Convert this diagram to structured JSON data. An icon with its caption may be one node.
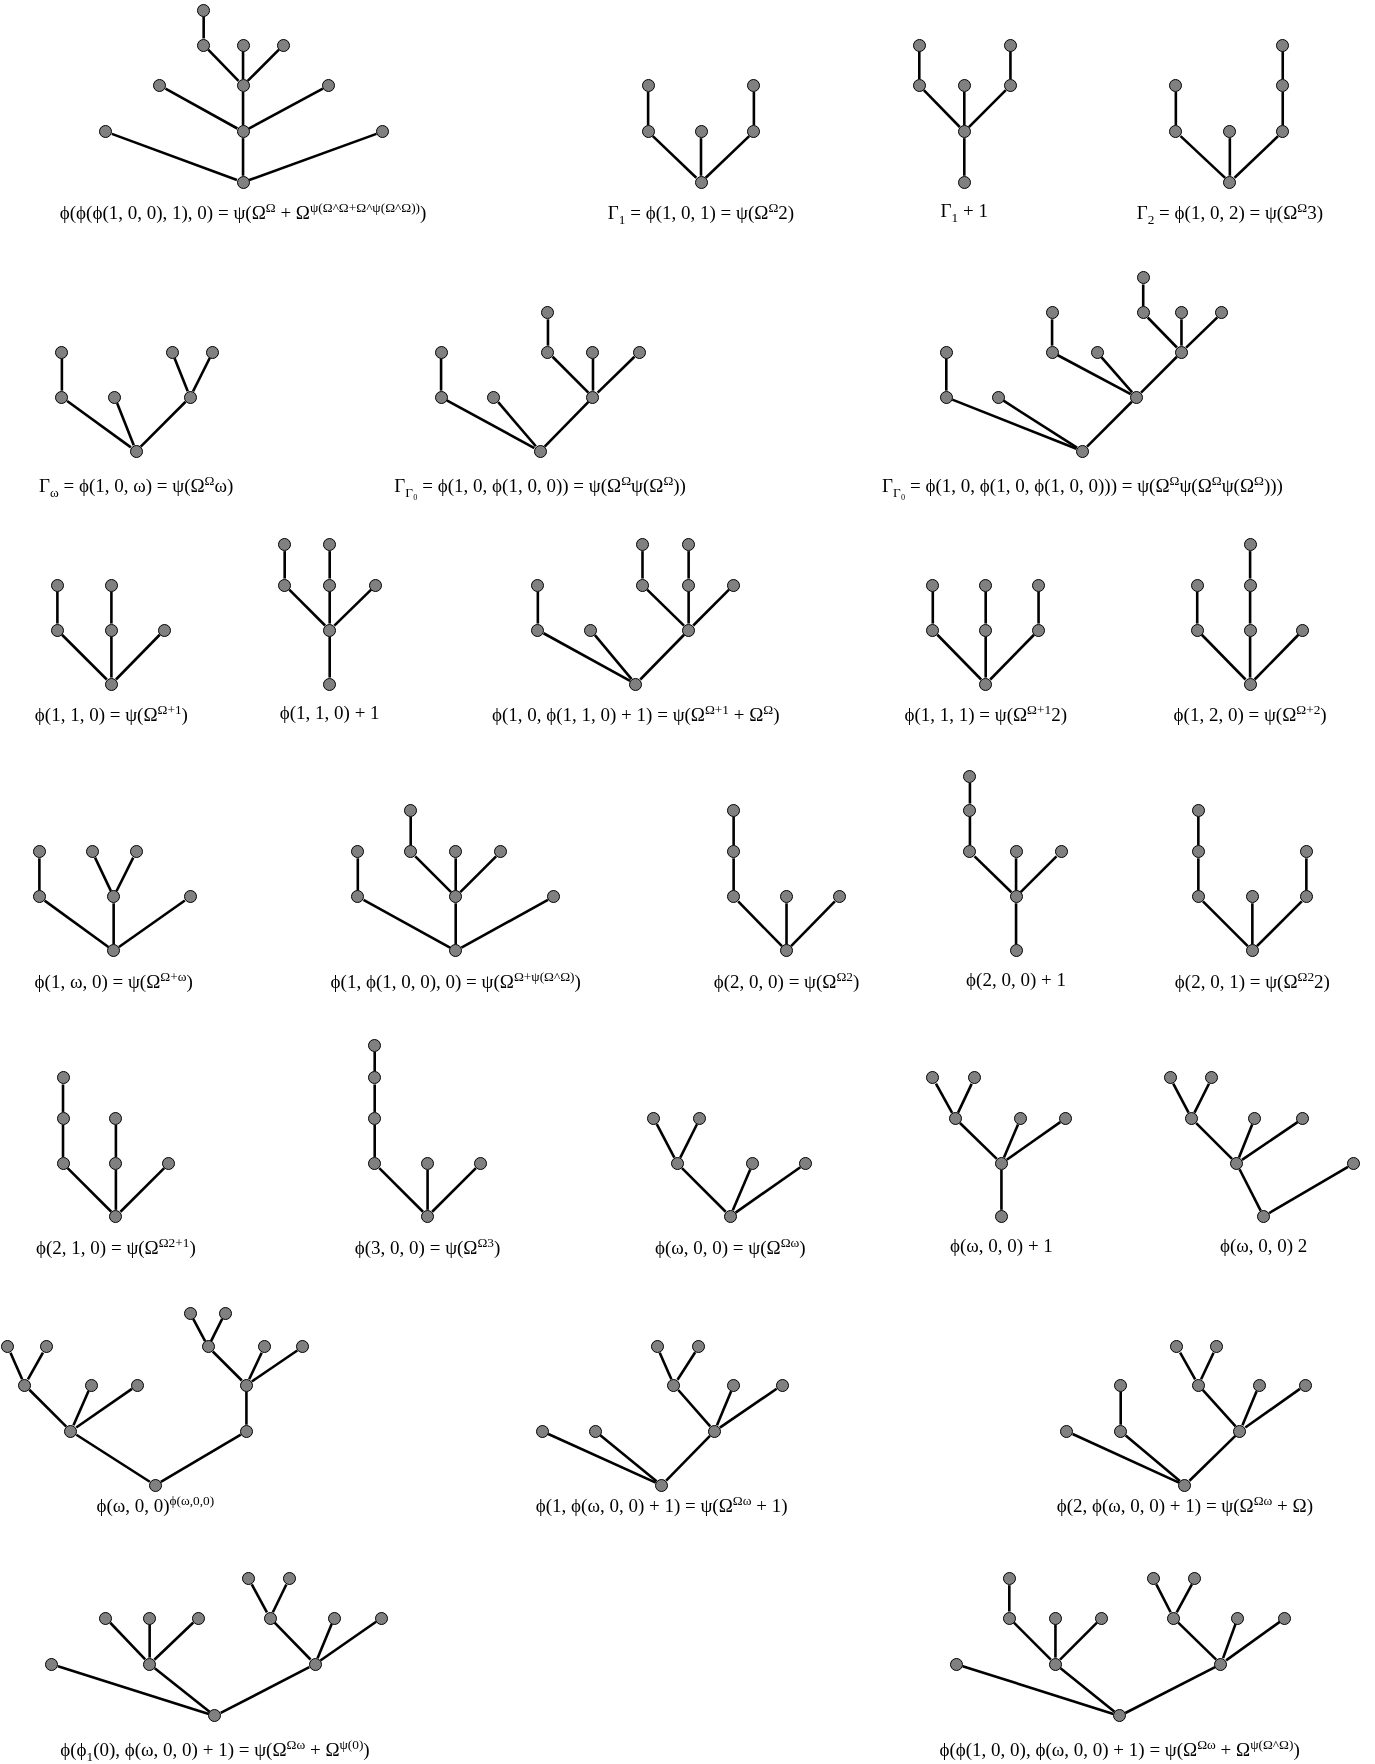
{
  "diagram": {
    "nodes": [
      {
        "text": [],
        "shape": "circle"
      },
      {
        "text": [],
        "shape": "circle"
      },
      {
        "text": [],
        "shape": "circle"
      },
      {
        "text": [],
        "shape": "circle"
      },
      {
        "text": [],
        "shape": "circle"
      },
      {
        "text": [],
        "shape": "circle"
      },
      {
        "text": [],
        "shape": "circle"
      },
      {
        "text": [],
        "shape": "circle"
      },
      {
        "text": [],
        "shape": "circle"
      },
      {
        "text": [],
        "shape": "circle"
      },
      {
        "text": [],
        "shape": "circle"
      },
      {
        "text": [],
        "shape": "circle"
      },
      {
        "text": [],
        "shape": "circle"
      },
      {
        "text": [],
        "shape": "circle"
      },
      {
        "text": [],
        "shape": "circle"
      },
      {
        "text": [],
        "shape": "circle"
      },
      {
        "text": [],
        "shape": "circle"
      },
      {
        "text": [],
        "shape": "circle"
      },
      {
        "text": [],
        "shape": "circle"
      },
      {
        "text": [],
        "shape": "circle"
      },
      {
        "text": [],
        "shape": "circle"
      },
      {
        "text": [],
        "shape": "circle"
      },
      {
        "text": [],
        "shape": "circle"
      },
      {
        "text": [],
        "shape": "circle"
      },
      {
        "text": [],
        "shape": "circle"
      },
      {
        "text": [],
        "shape": "circle"
      },
      {
        "text": [],
        "shape": "circle"
      },
      {
        "text": [],
        "shape": "circle"
      },
      {
        "text": [],
        "shape": "circle"
      },
      {
        "text": [],
        "shape": "circle"
      },
      {
        "text": [],
        "shape": "circle"
      },
      {
        "text": [],
        "shape": "circle"
      },
      {
        "text": [],
        "shape": "circle"
      },
      {
        "text": [],
        "shape": "circle"
      },
      {
        "text": [],
        "shape": "circle"
      },
      {
        "text": [],
        "shape": "circle"
      },
      {
        "text": [],
        "shape": "circle"
      },
      {
        "text": [],
        "shape": "circle"
      },
      {
        "text": [],
        "shape": "circle"
      },
      {
        "text": [],
        "shape": "circle"
      },
      {
        "text": [],
        "shape": "circle"
      },
      {
        "text": [],
        "shape": "circle"
      },
      {
        "text": [],
        "shape": "circle"
      },
      {
        "text": [],
        "shape": "circle"
      },
      {
        "text": [],
        "shape": "circle"
      },
      {
        "text": [],
        "shape": "circle"
      },
      {
        "text": [],
        "shape": "circle"
      },
      {
        "text": [],
        "shape": "circle"
      },
      {
        "text": [],
        "shape": "circle"
      },
      {
        "text": [],
        "shape": "circle"
      },
      {
        "text": [],
        "shape": "circle"
      },
      {
        "text": [],
        "shape": "circle"
      },
      {
        "text": [],
        "shape": "circle"
      },
      {
        "text": [],
        "shape": "circle"
      },
      {
        "text": [],
        "shape": "circle"
      },
      {
        "text": [],
        "shape": "circle"
      },
      {
        "text": [],
        "shape": "circle"
      },
      {
        "text": [],
        "shape": "circle"
      },
      {
        "text": [],
        "shape": "circle"
      },
      {
        "text": [],
        "shape": "circle"
      },
      {
        "text": [],
        "shape": "circle"
      },
      {
        "text": [],
        "shape": "circle"
      },
      {
        "text": [],
        "shape": "circle"
      },
      {
        "text": [],
        "shape": "circle"
      },
      {
        "text": [],
        "shape": "circle"
      },
      {
        "text": [],
        "shape": "circle"
      },
      {
        "text": [],
        "shape": "circle"
      },
      {
        "text": [],
        "shape": "circle"
      },
      {
        "text": [],
        "shape": "circle"
      },
      {
        "text": [],
        "shape": "circle"
      },
      {
        "text": [],
        "shape": "circle"
      },
      {
        "text": [],
        "shape": "circle"
      },
      {
        "text": [],
        "shape": "circle"
      },
      {
        "text": [],
        "shape": "circle"
      },
      {
        "text": [],
        "shape": "circle"
      },
      {
        "text": [],
        "shape": "circle"
      },
      {
        "text": [],
        "shape": "circle"
      },
      {
        "text": [],
        "shape": "circle"
      },
      {
        "text": [],
        "shape": "circle"
      },
      {
        "text": [],
        "shape": "circle"
      },
      {
        "text": [],
        "shape": "circle"
      },
      {
        "text": [],
        "shape": "circle"
      },
      {
        "text": [],
        "shape": "circle"
      },
      {
        "text": [],
        "shape": "circle"
      },
      {
        "text": [],
        "shape": "circle"
      },
      {
        "text": [],
        "shape": "circle"
      },
      {
        "text": [],
        "shape": "circle"
      },
      {
        "text": [],
        "shape": "circle"
      },
      {
        "text": [],
        "shape": "circle"
      },
      {
        "text": [],
        "shape": "circle"
      },
      {
        "text": [],
        "shape": "circle"
      },
      {
        "text": [],
        "shape": "circle"
      },
      {
        "text": [],
        "shape": "circle"
      },
      {
        "text": [],
        "shape": "circle"
      },
      {
        "text": [],
        "shape": "circle"
      },
      {
        "text": [],
        "shape": "circle"
      },
      {
        "text": [],
        "shape": "circle"
      },
      {
        "text": [],
        "shape": "circle"
      },
      {
        "text": [],
        "shape": "circle"
      },
      {
        "text": [],
        "shape": "circle"
      },
      {
        "text": [],
        "shape": "circle"
      },
      {
        "text": [],
        "shape": "circle"
      },
      {
        "text": [],
        "shape": "circle"
      },
      {
        "text": [],
        "shape": "circle"
      },
      {
        "text": [],
        "shape": "circle"
      },
      {
        "text": [],
        "shape": "circle"
      },
      {
        "text": [],
        "shape": "circle"
      },
      {
        "text": [],
        "shape": "circle"
      },
      {
        "text": [],
        "shape": "circle"
      },
      {
        "text": [],
        "shape": "circle"
      },
      {
        "text": [],
        "shape": "circle"
      },
      {
        "text": [],
        "shape": "circle"
      },
      {
        "text": [],
        "shape": "circle"
      },
      {
        "text": [],
        "shape": "circle"
      },
      {
        "text": [],
        "shape": "circle"
      },
      {
        "text": [],
        "shape": "circle"
      },
      {
        "text": [],
        "shape": "circle"
      },
      {
        "text": [],
        "shape": "circle"
      },
      {
        "text": [],
        "shape": "circle"
      },
      {
        "text": [],
        "shape": "circle"
      },
      {
        "text": [],
        "shape": "circle"
      },
      {
        "text": [],
        "shape": "circle"
      },
      {
        "text": [],
        "shape": "circle"
      },
      {
        "text": [],
        "shape": "circle"
      },
      {
        "text": [],
        "shape": "circle"
      },
      {
        "text": [],
        "shape": "circle"
      },
      {
        "text": [],
        "shape": "circle"
      },
      {
        "text": [],
        "shape": "circle"
      },
      {
        "text": [],
        "shape": "circle"
      },
      {
        "text": [],
        "shape": "circle"
      },
      {
        "text": [],
        "shape": "circle"
      },
      {
        "text": [],
        "shape": "circle"
      },
      {
        "text": [],
        "shape": "circle"
      },
      {
        "text": [],
        "shape": "circle"
      },
      {
        "text": [],
        "shape": "circle"
      },
      {
        "text": [],
        "shape": "circle"
      },
      {
        "text": [],
        "shape": "circle"
      },
      {
        "text": [],
        "shape": "circle"
      },
      {
        "text": [],
        "shape": "circle"
      },
      {
        "text": [],
        "shape": "circle"
      },
      {
        "text": [],
        "shape": "circle"
      },
      {
        "text": [],
        "shape": "circle"
      },
      {
        "text": [],
        "shape": "circle"
      },
      {
        "text": [],
        "shape": "circle"
      },
      {
        "text": [],
        "shape": "circle"
      },
      {
        "text": [],
        "shape": "circle"
      },
      {
        "text": [],
        "shape": "circle"
      },
      {
        "text": [],
        "shape": "circle"
      },
      {
        "text": [],
        "shape": "circle"
      },
      {
        "text": [],
        "shape": "circle"
      },
      {
        "text": [],
        "shape": "circle"
      },
      {
        "text": [],
        "shape": "circle"
      },
      {
        "text": [],
        "shape": "circle"
      },
      {
        "text": [],
        "shape": "circle"
      },
      {
        "text": [],
        "shape": "circle"
      },
      {
        "text": [],
        "shape": "circle"
      },
      {
        "text": [],
        "shape": "circle"
      },
      {
        "text": [],
        "shape": "circle"
      },
      {
        "text": [],
        "shape": "circle"
      },
      {
        "text": [],
        "shape": "circle"
      },
      {
        "text": [],
        "shape": "circle"
      },
      {
        "text": [],
        "shape": "circle"
      },
      {
        "text": [],
        "shape": "circle"
      },
      {
        "text": [],
        "shape": "circle"
      },
      {
        "text": [],
        "shape": "circle"
      },
      {
        "text": [],
        "shape": "circle"
      },
      {
        "text": [],
        "shape": "circle"
      },
      {
        "text": [],
        "shape": "circle"
      },
      {
        "text": [],
        "shape": "circle"
      },
      {
        "text": [],
        "shape": "circle"
      },
      {
        "text": [],
        "shape": "circle"
      },
      {
        "text": [],
        "shape": "circle"
      },
      {
        "text": [],
        "shape": "circle"
      },
      {
        "text": [],
        "shape": "circle"
      },
      {
        "text": [],
        "shape": "circle"
      },
      {
        "text": [],
        "shape": "circle"
      },
      {
        "text": [],
        "shape": "circle"
      },
      {
        "text": [],
        "shape": "circle"
      },
      {
        "text": [],
        "shape": "circle"
      },
      {
        "text": [],
        "shape": "circle"
      },
      {
        "text": [],
        "shape": "circle"
      },
      {
        "text": [],
        "shape": "circle"
      },
      {
        "text": [],
        "shape": "circle"
      },
      {
        "text": [],
        "shape": "circle"
      },
      {
        "text": [],
        "shape": "circle"
      },
      {
        "text": [],
        "shape": "circle"
      },
      {
        "text": [],
        "shape": "circle"
      },
      {
        "text": [],
        "shape": "circle"
      },
      {
        "text": [],
        "shape": "circle"
      },
      {
        "text": [],
        "shape": "circle"
      },
      {
        "text": [],
        "shape": "circle"
      },
      {
        "text": [],
        "shape": "circle"
      },
      {
        "text": [],
        "shape": "circle"
      },
      {
        "text": [],
        "shape": "circle"
      },
      {
        "text": [],
        "shape": "circle"
      },
      {
        "text": [],
        "shape": "circle"
      },
      {
        "text": [],
        "shape": "circle"
      },
      {
        "text": [],
        "shape": "circle"
      },
      {
        "text": [],
        "shape": "circle"
      },
      {
        "text": [],
        "shape": "circle"
      },
      {
        "text": [],
        "shape": "circle"
      },
      {
        "text": [],
        "shape": "circle"
      },
      {
        "text": [],
        "shape": "circle"
      },
      {
        "text": [],
        "shape": "circle"
      },
      {
        "text": [],
        "shape": "circle"
      },
      {
        "text": [],
        "shape": "circle"
      },
      {
        "text": [],
        "shape": "circle"
      },
      {
        "text": [],
        "shape": "circle"
      },
      {
        "text": [],
        "shape": "circle"
      },
      {
        "text": [],
        "shape": "circle"
      },
      {
        "text": [],
        "shape": "circle"
      },
      {
        "text": [],
        "shape": "circle"
      },
      {
        "text": [],
        "shape": "circle"
      },
      {
        "text": [],
        "shape": "circle"
      },
      {
        "text": [],
        "shape": "circle"
      },
      {
        "text": [],
        "shape": "circle"
      },
      {
        "text": [],
        "shape": "circle"
      },
      {
        "text": [],
        "shape": "circle"
      },
      {
        "text": [],
        "shape": "circle"
      },
      {
        "text": [],
        "shape": "circle"
      },
      {
        "text": [],
        "shape": "circle"
      },
      {
        "text": [],
        "shape": "circle"
      },
      {
        "text": [],
        "shape": "circle"
      },
      {
        "text": [],
        "shape": "circle"
      },
      {
        "text": [],
        "shape": "circle"
      },
      {
        "text": [],
        "shape": "circle"
      }
    ],
    "edges": [
      {
        "from": 0,
        "to": 1,
        "arrow": "none"
      },
      {
        "from": 0,
        "to": 2,
        "arrow": "none"
      },
      {
        "from": 0,
        "to": 3,
        "arrow": "none"
      },
      {
        "from": 2,
        "to": 4,
        "arrow": "none"
      },
      {
        "from": 2,
        "to": 5,
        "arrow": "none"
      },
      {
        "from": 2,
        "to": 6,
        "arrow": "none"
      },
      {
        "from": 5,
        "to": 7,
        "arrow": "none"
      },
      {
        "from": 5,
        "to": 8,
        "arrow": "none"
      },
      {
        "from": 5,
        "to": 9,
        "arrow": "none"
      },
      {
        "from": 7,
        "to": 10,
        "arrow": "none"
      },
      {
        "from": 11,
        "to": 12,
        "arrow": "none"
      },
      {
        "from": 11,
        "to": 13,
        "arrow": "none"
      },
      {
        "from": 11,
        "to": 14,
        "arrow": "none"
      },
      {
        "from": 12,
        "to": 15,
        "arrow": "none"
      },
      {
        "from": 14,
        "to": 16,
        "arrow": "none"
      },
      {
        "from": 17,
        "to": 18,
        "arrow": "none"
      },
      {
        "from": 18,
        "to": 19,
        "arrow": "none"
      },
      {
        "from": 18,
        "to": 20,
        "arrow": "none"
      },
      {
        "from": 18,
        "to": 21,
        "arrow": "none"
      },
      {
        "from": 19,
        "to": 22,
        "arrow": "none"
      },
      {
        "from": 21,
        "to": 23,
        "arrow": "none"
      },
      {
        "from": 24,
        "to": 25,
        "arrow": "none"
      },
      {
        "from": 24,
        "to": 26,
        "arrow": "none"
      },
      {
        "from": 24,
        "to": 27,
        "arrow": "none"
      },
      {
        "from": 25,
        "to": 28,
        "arrow": "none"
      },
      {
        "from": 27,
        "to": 29,
        "arrow": "none"
      },
      {
        "from": 29,
        "to": 30,
        "arrow": "none"
      },
      {
        "from": 31,
        "to": 32,
        "arrow": "none"
      },
      {
        "from": 31,
        "to": 33,
        "arrow": "none"
      },
      {
        "from": 31,
        "to": 34,
        "arrow": "none"
      },
      {
        "from": 32,
        "to": 35,
        "arrow": "none"
      },
      {
        "from": 34,
        "to": 36,
        "arrow": "none"
      },
      {
        "from": 34,
        "to": 37,
        "arrow": "none"
      },
      {
        "from": 38,
        "to": 39,
        "arrow": "none"
      },
      {
        "from": 38,
        "to": 40,
        "arrow": "none"
      },
      {
        "from": 38,
        "to": 41,
        "arrow": "none"
      },
      {
        "from": 39,
        "to": 42,
        "arrow": "none"
      },
      {
        "from": 41,
        "to": 43,
        "arrow": "none"
      },
      {
        "from": 41,
        "to": 44,
        "arrow": "none"
      },
      {
        "from": 41,
        "to": 45,
        "arrow": "none"
      },
      {
        "from": 43,
        "to": 46,
        "arrow": "none"
      },
      {
        "from": 47,
        "to": 48,
        "arrow": "none"
      },
      {
        "from": 47,
        "to": 49,
        "arrow": "none"
      },
      {
        "from": 47,
        "to": 50,
        "arrow": "none"
      },
      {
        "from": 48,
        "to": 51,
        "arrow": "none"
      },
      {
        "from": 50,
        "to": 52,
        "arrow": "none"
      },
      {
        "from": 50,
        "to": 53,
        "arrow": "none"
      },
      {
        "from": 50,
        "to": 54,
        "arrow": "none"
      },
      {
        "from": 52,
        "to": 55,
        "arrow": "none"
      },
      {
        "from": 54,
        "to": 56,
        "arrow": "none"
      },
      {
        "from": 54,
        "to": 57,
        "arrow": "none"
      },
      {
        "from": 54,
        "to": 58,
        "arrow": "none"
      },
      {
        "from": 56,
        "to": 59,
        "arrow": "none"
      },
      {
        "from": 60,
        "to": 61,
        "arrow": "none"
      },
      {
        "from": 60,
        "to": 62,
        "arrow": "none"
      },
      {
        "from": 60,
        "to": 63,
        "arrow": "none"
      },
      {
        "from": 61,
        "to": 64,
        "arrow": "none"
      },
      {
        "from": 62,
        "to": 65,
        "arrow": "none"
      },
      {
        "from": 66,
        "to": 67,
        "arrow": "none"
      },
      {
        "from": 67,
        "to": 68,
        "arrow": "none"
      },
      {
        "from": 67,
        "to": 69,
        "arrow": "none"
      },
      {
        "from": 67,
        "to": 70,
        "arrow": "none"
      },
      {
        "from": 68,
        "to": 71,
        "arrow": "none"
      },
      {
        "from": 69,
        "to": 72,
        "arrow": "none"
      },
      {
        "from": 73,
        "to": 74,
        "arrow": "none"
      },
      {
        "from": 73,
        "to": 75,
        "arrow": "none"
      },
      {
        "from": 73,
        "to": 76,
        "arrow": "none"
      },
      {
        "from": 74,
        "to": 77,
        "arrow": "none"
      },
      {
        "from": 76,
        "to": 78,
        "arrow": "none"
      },
      {
        "from": 76,
        "to": 79,
        "arrow": "none"
      },
      {
        "from": 76,
        "to": 80,
        "arrow": "none"
      },
      {
        "from": 78,
        "to": 81,
        "arrow": "none"
      },
      {
        "from": 79,
        "to": 82,
        "arrow": "none"
      },
      {
        "from": 83,
        "to": 84,
        "arrow": "none"
      },
      {
        "from": 83,
        "to": 85,
        "arrow": "none"
      },
      {
        "from": 83,
        "to": 86,
        "arrow": "none"
      },
      {
        "from": 84,
        "to": 87,
        "arrow": "none"
      },
      {
        "from": 85,
        "to": 88,
        "arrow": "none"
      },
      {
        "from": 86,
        "to": 89,
        "arrow": "none"
      },
      {
        "from": 90,
        "to": 91,
        "arrow": "none"
      },
      {
        "from": 90,
        "to": 92,
        "arrow": "none"
      },
      {
        "from": 90,
        "to": 93,
        "arrow": "none"
      },
      {
        "from": 91,
        "to": 94,
        "arrow": "none"
      },
      {
        "from": 92,
        "to": 95,
        "arrow": "none"
      },
      {
        "from": 95,
        "to": 96,
        "arrow": "none"
      },
      {
        "from": 97,
        "to": 98,
        "arrow": "none"
      },
      {
        "from": 97,
        "to": 99,
        "arrow": "none"
      },
      {
        "from": 97,
        "to": 100,
        "arrow": "none"
      },
      {
        "from": 98,
        "to": 101,
        "arrow": "none"
      },
      {
        "from": 99,
        "to": 102,
        "arrow": "none"
      },
      {
        "from": 99,
        "to": 103,
        "arrow": "none"
      },
      {
        "from": 104,
        "to": 105,
        "arrow": "none"
      },
      {
        "from": 104,
        "to": 106,
        "arrow": "none"
      },
      {
        "from": 104,
        "to": 107,
        "arrow": "none"
      },
      {
        "from": 105,
        "to": 108,
        "arrow": "none"
      },
      {
        "from": 106,
        "to": 109,
        "arrow": "none"
      },
      {
        "from": 106,
        "to": 110,
        "arrow": "none"
      },
      {
        "from": 106,
        "to": 111,
        "arrow": "none"
      },
      {
        "from": 109,
        "to": 112,
        "arrow": "none"
      },
      {
        "from": 113,
        "to": 114,
        "arrow": "none"
      },
      {
        "from": 113,
        "to": 115,
        "arrow": "none"
      },
      {
        "from": 113,
        "to": 116,
        "arrow": "none"
      },
      {
        "from": 114,
        "to": 117,
        "arrow": "none"
      },
      {
        "from": 117,
        "to": 118,
        "arrow": "none"
      },
      {
        "from": 119,
        "to": 120,
        "arrow": "none"
      },
      {
        "from": 120,
        "to": 121,
        "arrow": "none"
      },
      {
        "from": 120,
        "to": 122,
        "arrow": "none"
      },
      {
        "from": 120,
        "to": 123,
        "arrow": "none"
      },
      {
        "from": 121,
        "to": 124,
        "arrow": "none"
      },
      {
        "from": 124,
        "to": 125,
        "arrow": "none"
      },
      {
        "from": 126,
        "to": 127,
        "arrow": "none"
      },
      {
        "from": 126,
        "to": 128,
        "arrow": "none"
      },
      {
        "from": 126,
        "to": 129,
        "arrow": "none"
      },
      {
        "from": 127,
        "to": 130,
        "arrow": "none"
      },
      {
        "from": 129,
        "to": 131,
        "arrow": "none"
      },
      {
        "from": 130,
        "to": 132,
        "arrow": "none"
      },
      {
        "from": 133,
        "to": 134,
        "arrow": "none"
      },
      {
        "from": 133,
        "to": 135,
        "arrow": "none"
      },
      {
        "from": 133,
        "to": 136,
        "arrow": "none"
      },
      {
        "from": 134,
        "to": 137,
        "arrow": "none"
      },
      {
        "from": 135,
        "to": 138,
        "arrow": "none"
      },
      {
        "from": 137,
        "to": 139,
        "arrow": "none"
      },
      {
        "from": 140,
        "to": 141,
        "arrow": "none"
      },
      {
        "from": 140,
        "to": 142,
        "arrow": "none"
      },
      {
        "from": 140,
        "to": 143,
        "arrow": "none"
      },
      {
        "from": 141,
        "to": 144,
        "arrow": "none"
      },
      {
        "from": 144,
        "to": 145,
        "arrow": "none"
      },
      {
        "from": 145,
        "to": 146,
        "arrow": "none"
      },
      {
        "from": 147,
        "to": 148,
        "arrow": "none"
      },
      {
        "from": 147,
        "to": 149,
        "arrow": "none"
      },
      {
        "from": 147,
        "to": 150,
        "arrow": "none"
      },
      {
        "from": 148,
        "to": 151,
        "arrow": "none"
      },
      {
        "from": 148,
        "to": 152,
        "arrow": "none"
      },
      {
        "from": 153,
        "to": 154,
        "arrow": "none"
      },
      {
        "from": 154,
        "to": 155,
        "arrow": "none"
      },
      {
        "from": 154,
        "to": 156,
        "arrow": "none"
      },
      {
        "from": 154,
        "to": 157,
        "arrow": "none"
      },
      {
        "from": 155,
        "to": 158,
        "arrow": "none"
      },
      {
        "from": 155,
        "to": 159,
        "arrow": "none"
      },
      {
        "from": 160,
        "to": 161,
        "arrow": "none"
      },
      {
        "from": 160,
        "to": 162,
        "arrow": "none"
      },
      {
        "from": 161,
        "to": 163,
        "arrow": "none"
      },
      {
        "from": 161,
        "to": 164,
        "arrow": "none"
      },
      {
        "from": 161,
        "to": 165,
        "arrow": "none"
      },
      {
        "from": 163,
        "to": 166,
        "arrow": "none"
      },
      {
        "from": 163,
        "to": 167,
        "arrow": "none"
      },
      {
        "from": 168,
        "to": 169,
        "arrow": "none"
      },
      {
        "from": 168,
        "to": 170,
        "arrow": "none"
      },
      {
        "from": 169,
        "to": 171,
        "arrow": "none"
      },
      {
        "from": 169,
        "to": 172,
        "arrow": "none"
      },
      {
        "from": 169,
        "to": 173,
        "arrow": "none"
      },
      {
        "from": 170,
        "to": 174,
        "arrow": "none"
      },
      {
        "from": 171,
        "to": 175,
        "arrow": "none"
      },
      {
        "from": 171,
        "to": 176,
        "arrow": "none"
      },
      {
        "from": 174,
        "to": 177,
        "arrow": "none"
      },
      {
        "from": 174,
        "to": 178,
        "arrow": "none"
      },
      {
        "from": 174,
        "to": 179,
        "arrow": "none"
      },
      {
        "from": 177,
        "to": 180,
        "arrow": "none"
      },
      {
        "from": 177,
        "to": 181,
        "arrow": "none"
      },
      {
        "from": 182,
        "to": 183,
        "arrow": "none"
      },
      {
        "from": 182,
        "to": 184,
        "arrow": "none"
      },
      {
        "from": 182,
        "to": 185,
        "arrow": "none"
      },
      {
        "from": 185,
        "to": 186,
        "arrow": "none"
      },
      {
        "from": 185,
        "to": 187,
        "arrow": "none"
      },
      {
        "from": 185,
        "to": 188,
        "arrow": "none"
      },
      {
        "from": 186,
        "to": 189,
        "arrow": "none"
      },
      {
        "from": 186,
        "to": 190,
        "arrow": "none"
      },
      {
        "from": 191,
        "to": 192,
        "arrow": "none"
      },
      {
        "from": 191,
        "to": 193,
        "arrow": "none"
      },
      {
        "from": 191,
        "to": 194,
        "arrow": "none"
      },
      {
        "from": 193,
        "to": 195,
        "arrow": "none"
      },
      {
        "from": 194,
        "to": 196,
        "arrow": "none"
      },
      {
        "from": 194,
        "to": 197,
        "arrow": "none"
      },
      {
        "from": 194,
        "to": 198,
        "arrow": "none"
      },
      {
        "from": 196,
        "to": 199,
        "arrow": "none"
      },
      {
        "from": 196,
        "to": 200,
        "arrow": "none"
      },
      {
        "from": 201,
        "to": 202,
        "arrow": "none"
      },
      {
        "from": 201,
        "to": 203,
        "arrow": "none"
      },
      {
        "from": 201,
        "to": 204,
        "arrow": "none"
      },
      {
        "from": 203,
        "to": 205,
        "arrow": "none"
      },
      {
        "from": 203,
        "to": 206,
        "arrow": "none"
      },
      {
        "from": 203,
        "to": 207,
        "arrow": "none"
      },
      {
        "from": 204,
        "to": 208,
        "arrow": "none"
      },
      {
        "from": 204,
        "to": 209,
        "arrow": "none"
      },
      {
        "from": 204,
        "to": 210,
        "arrow": "none"
      },
      {
        "from": 208,
        "to": 211,
        "arrow": "none"
      },
      {
        "from": 208,
        "to": 212,
        "arrow": "none"
      },
      {
        "from": 213,
        "to": 214,
        "arrow": "none"
      },
      {
        "from": 213,
        "to": 215,
        "arrow": "none"
      },
      {
        "from": 213,
        "to": 216,
        "arrow": "none"
      },
      {
        "from": 215,
        "to": 217,
        "arrow": "none"
      },
      {
        "from": 215,
        "to": 218,
        "arrow": "none"
      },
      {
        "from": 215,
        "to": 219,
        "arrow": "none"
      },
      {
        "from": 216,
        "to": 220,
        "arrow": "none"
      },
      {
        "from": 216,
        "to": 221,
        "arrow": "none"
      },
      {
        "from": 216,
        "to": 222,
        "arrow": "none"
      },
      {
        "from": 217,
        "to": 223,
        "arrow": "none"
      },
      {
        "from": 220,
        "to": 224,
        "arrow": "none"
      },
      {
        "from": 220,
        "to": 225,
        "arrow": "none"
      }
    ],
    "labels": [
      "ϕ(ϕ(ϕ(1, 0, 0), 1), 0) = ψ(Ω$^{Ω}$ + Ω$^{ψ(Ω^Ω+Ω^ψ(Ω^Ω))}$)",
      "Γ$_{1}$ = ϕ(1, 0, 1) = ψ(Ω$^{Ω}$2)",
      "Γ$_{1}$ + 1",
      "Γ$_{2}$ = ϕ(1, 0, 2) = ψ(Ω$^{Ω}$3)",
      "Γ$_{ω}$ = ϕ(1, 0, ω) = ψ(Ω$^{Ω}$ω)",
      "Γ$_{Γ₀}$ = ϕ(1, 0, ϕ(1, 0, 0)) = ψ(Ω$^{Ω}$ψ(Ω$^{Ω}$))",
      "Γ$_{Γ₀}$ = ϕ(1, 0, ϕ(1, 0, ϕ(1, 0, 0))) = ψ(Ω$^{Ω}$ψ(Ω$^{Ω}$ψ(Ω$^{Ω}$)))",
      "ϕ(1, 1, 0) = ψ(Ω$^{Ω+1}$)",
      "ϕ(1, 1, 0) + 1",
      "ϕ(1, 0, ϕ(1, 1, 0) + 1) = ψ(Ω$^{Ω+1}$ + Ω$^{Ω}$)",
      "ϕ(1, 1, 1) = ψ(Ω$^{Ω+1}$2)",
      "ϕ(1, 2, 0) = ψ(Ω$^{Ω+2}$)",
      "ϕ(1, ω, 0) = ψ(Ω$^{Ω+ω}$)",
      "ϕ(1, ϕ(1, 0, 0), 0) = ψ(Ω$^{Ω+ψ(Ω^Ω)}$)",
      "ϕ(2, 0, 0) = ψ(Ω$^{Ω2}$)",
      "ϕ(2, 0, 0) + 1",
      "ϕ(2, 0, 1) = ψ(Ω$^{Ω2}$2)",
      "ϕ(2, 1, 0) = ψ(Ω$^{Ω2+1}$)",
      "ϕ(3, 0, 0) = ψ(Ω$^{Ω3}$)",
      "ϕ(ω, 0, 0) = ψ(Ω$^{Ωω}$)",
      "ϕ(ω, 0, 0) + 1",
      "ϕ(ω, 0, 0) 2",
      "ϕ(ω, 0, 0)$^{ϕ(ω,0,0)}$",
      "ϕ(1, ϕ(ω, 0, 0) + 1) = ψ(Ω$^{Ωω}$ + 1)",
      "ϕ(2, ϕ(ω, 0, 0) + 1) = ψ(Ω$^{Ωω}$ + Ω)",
      "ϕ(ϕ$_{1}$(0), ϕ(ω, 0, 0) + 1) = ψ(Ω$^{Ωω}$ + Ω$^{ψ(0)}$)",
      "ϕ(ϕ(1, 0, 0), ϕ(ω, 0, 0) + 1) = ψ(Ω$^{Ωω}$ + Ω$^{ψ(Ω^Ω)}$)"
    ]
  }
}
